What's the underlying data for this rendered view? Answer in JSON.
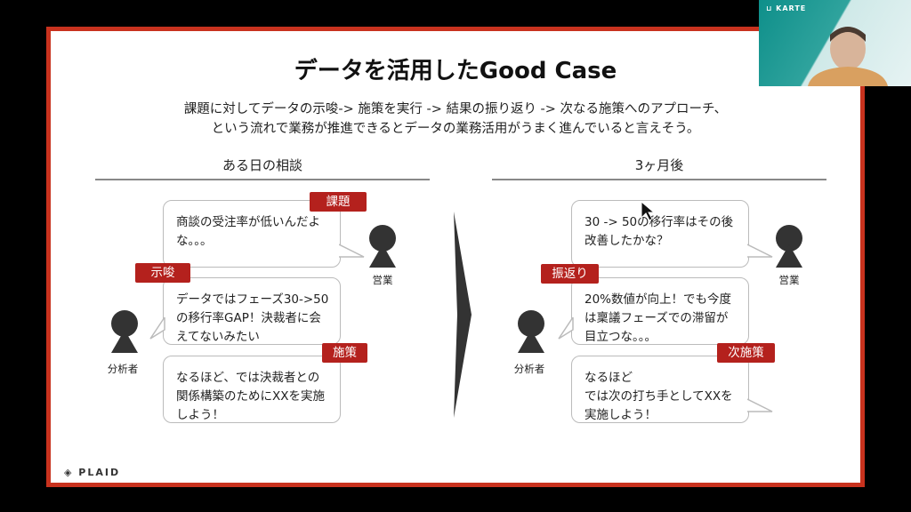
{
  "slide": {
    "title": "データを活用したGood Case",
    "subtitle_line1": "課題に対してデータの示唆-> 施策を実行 -> 結果の振り返り -> 次なる施策へのアプローチ、",
    "subtitle_line2": "という流れで業務が推進できるとデータの業務活用がうまく進んでいると言えそう。",
    "left": {
      "heading": "ある日の相談",
      "sales_label": "営業",
      "analyst_label": "分析者",
      "bubbles": [
        {
          "tag": "課題",
          "text": "商談の受注率が低いんだよな。。。"
        },
        {
          "tag": "示唆",
          "text": "データではフェーズ30->50の移行率GAP！決裁者に会えてないみたい"
        },
        {
          "tag": "施策",
          "text": "なるほど、では決裁者との関係構築のためにXXを実施しよう！"
        }
      ]
    },
    "right": {
      "heading": "3ヶ月後",
      "sales_label": "営業",
      "analyst_label": "分析者",
      "bubbles": [
        {
          "tag": "",
          "text": "30 -> 50の移行率はその後改善したかな？"
        },
        {
          "tag": "振返り",
          "text": "20%数値が向上！でも今度は稟議フェーズでの滞留が目立つな。。。"
        },
        {
          "tag": "次施策",
          "text": "なるほど\nでは次の打ち手としてXXを実施しよう！"
        }
      ]
    },
    "logo": "PLAID"
  },
  "webcam": {
    "brand": "KARTE"
  }
}
